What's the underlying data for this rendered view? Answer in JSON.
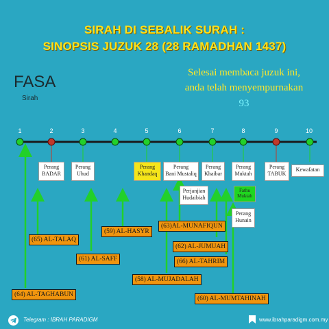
{
  "header": {
    "title_line1": "SIRAH DI SEBALIK SURAH :",
    "title_line2": "SINOPSIS JUZUK 28 (28 RAMADHAN 1437)"
  },
  "fasa": {
    "label": "FASA",
    "sub": "Sirah"
  },
  "note": {
    "line1": "Selesai membaca juzuk ini,",
    "line2": "anda telah menyempurnakan",
    "number": "93"
  },
  "ticks": [
    "1",
    "2",
    "3",
    "4",
    "5",
    "6",
    "7",
    "8",
    "9",
    "10"
  ],
  "colors": {
    "background": "#2aa7c2",
    "timeline": "#1a1a1a",
    "node_green": "#22d02a",
    "node_red": "#c0392b",
    "arrow": "#22d02a",
    "surah_box": "#f0950e",
    "title": "#ffe11a"
  },
  "events": [
    {
      "line1": "Perang",
      "line2": "BADAR"
    },
    {
      "line1": "Perang",
      "line2": "Uhud"
    },
    {
      "line1": "Perang",
      "line2": "Khandaq"
    },
    {
      "line1": "Perang",
      "line2": "Bani Mustaliq"
    },
    {
      "line1": "Perjanjian",
      "line2": "Hudaibiah"
    },
    {
      "line1": "Perang",
      "line2": "Khaibar"
    },
    {
      "line1": "Perang",
      "line2": "Muktah"
    },
    {
      "line1": "Fathu",
      "line2": "Muktah"
    },
    {
      "line1": "Perang",
      "line2": "Hunain"
    },
    {
      "line1": "Perang",
      "line2": "TABUK"
    },
    {
      "line1": "Kewafatan",
      "line2": ""
    }
  ],
  "surahs": [
    "(65) AL-TALAQ",
    "(59) AL-HASYR",
    "(63)AL-MUNAFIQUN",
    "(62) AL-JUMUAH",
    "(61) AL-SAFF",
    "(66) AL-TAHRIM",
    "(58) AL-MUJADALAH",
    "(64) AL-TAGHABUN",
    "(60) AL-MUMTAHINAH"
  ],
  "footer": {
    "telegram": "Telegram : IBRAH PARADIGM",
    "website": "www.ibrahparadigm.com.my"
  }
}
